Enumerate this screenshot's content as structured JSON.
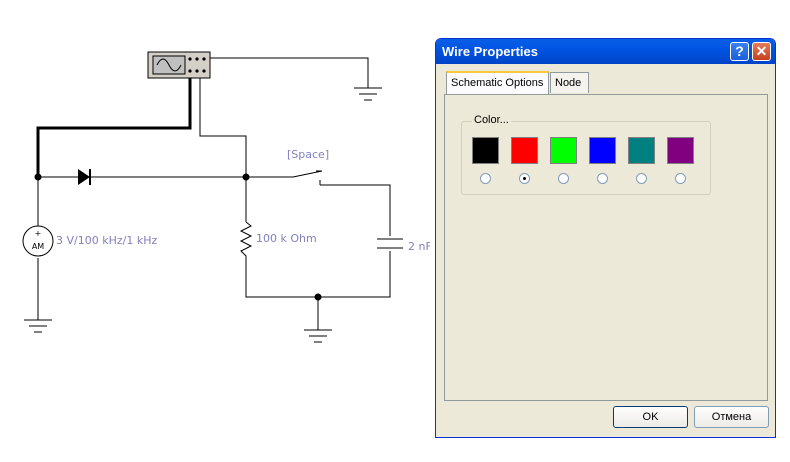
{
  "schematic": {
    "switch_label": "[Space]",
    "source_label": "3 V/100 kHz/1 kHz",
    "source_symbol": "AM",
    "source_plus": "+",
    "resistor_label": "100 k Ohm",
    "capacitor_label": "2 nF",
    "wire_color": "#000000",
    "label_color": "#8080c0"
  },
  "dialog": {
    "title": "Wire Properties",
    "help_glyph": "?",
    "close_glyph": "✕",
    "tabs": [
      {
        "label": "Schematic Options",
        "active": true
      },
      {
        "label": "Node",
        "active": false
      }
    ],
    "color_group": {
      "caption": "Color...",
      "swatches": [
        {
          "name": "black",
          "hex": "#000000",
          "selected": false
        },
        {
          "name": "red",
          "hex": "#ff0000",
          "selected": true
        },
        {
          "name": "green",
          "hex": "#00ff00",
          "selected": false
        },
        {
          "name": "blue",
          "hex": "#0000ff",
          "selected": false
        },
        {
          "name": "teal",
          "hex": "#008080",
          "selected": false
        },
        {
          "name": "purple",
          "hex": "#800080",
          "selected": false
        }
      ]
    },
    "ok_label": "OK",
    "cancel_label": "Отмена"
  }
}
